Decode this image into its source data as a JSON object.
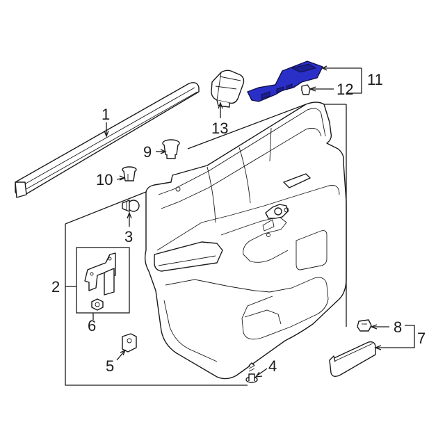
{
  "diagram": {
    "highlight_color": "#2a2fc8",
    "line_color": "#1a1a1a",
    "background": "#ffffff",
    "callouts": [
      {
        "id": "1",
        "label": "1"
      },
      {
        "id": "2",
        "label": "2"
      },
      {
        "id": "3",
        "label": "3"
      },
      {
        "id": "4",
        "label": "4"
      },
      {
        "id": "5",
        "label": "5"
      },
      {
        "id": "6",
        "label": "6"
      },
      {
        "id": "7",
        "label": "7"
      },
      {
        "id": "8",
        "label": "8"
      },
      {
        "id": "9",
        "label": "9"
      },
      {
        "id": "10",
        "label": "10"
      },
      {
        "id": "11",
        "label": "11"
      },
      {
        "id": "12",
        "label": "12"
      },
      {
        "id": "13",
        "label": "13"
      }
    ]
  }
}
